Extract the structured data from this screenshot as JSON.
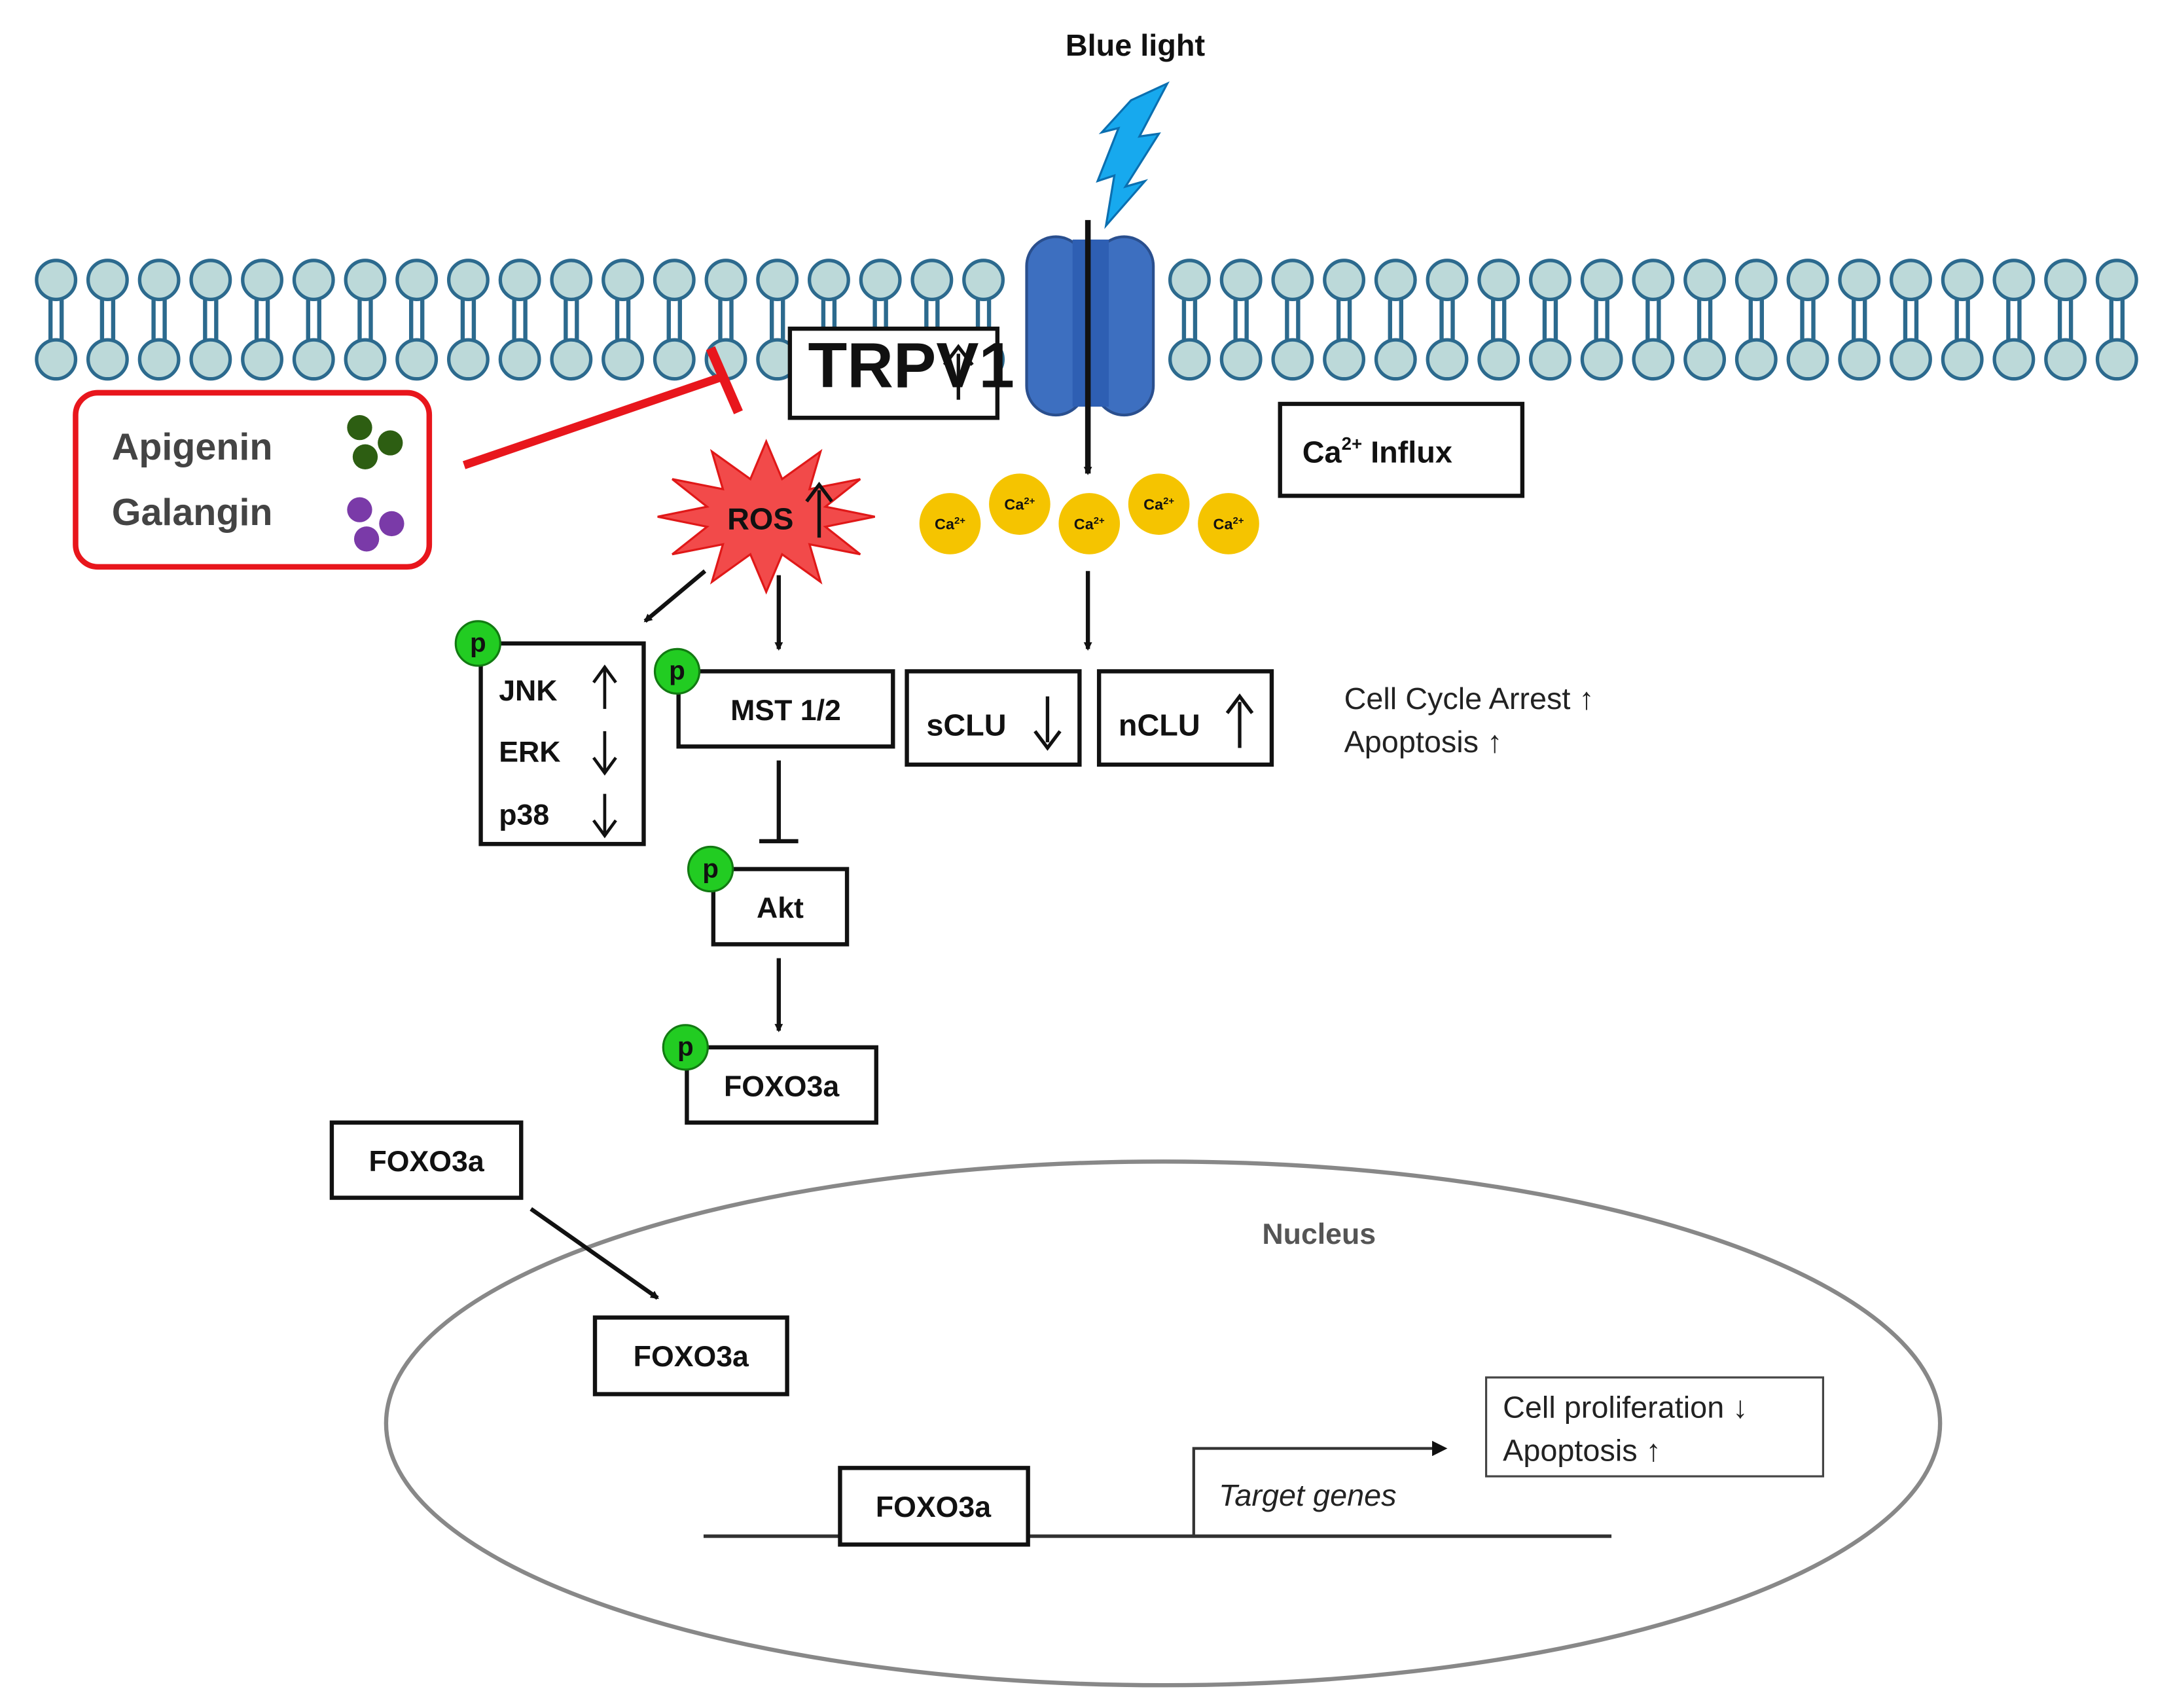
{
  "stimulus": "Blue light",
  "receptor": "TRPV1",
  "inhibitors": [
    "Apigenin",
    "Galangin"
  ],
  "ros": "ROS",
  "calcium": {
    "ion": "Ca",
    "charge": "2+",
    "influx_suffix": " Influx"
  },
  "mapk": {
    "items": [
      "JNK",
      "ERK",
      "p38"
    ],
    "directions": [
      "up",
      "down",
      "down"
    ]
  },
  "mst": "MST 1/2",
  "akt": "Akt",
  "foxo": "FOXO3a",
  "phospho": "p",
  "sclu": "sCLU",
  "nclu": "nCLU",
  "outcome_cytoplasm": [
    "Cell Cycle Arrest ↑",
    "Apoptosis ↑"
  ],
  "nucleus": "Nucleus",
  "target_genes": "Target genes",
  "outcome_nucleus": [
    "Cell proliferation ↓",
    "Apoptosis ↑"
  ],
  "colors": {
    "lipid_head": "#bcd9d9",
    "lipid_outline": "#2c6a8e",
    "channel": "#3d6fc0",
    "lightning": "#17a9ee",
    "calcium": "#f5c400",
    "phospho": "#22cc22",
    "inhibition": "#e8161c",
    "ros": "#f24a4a",
    "apigenin": "#2d5e12",
    "galangin": "#7a3aa8"
  }
}
